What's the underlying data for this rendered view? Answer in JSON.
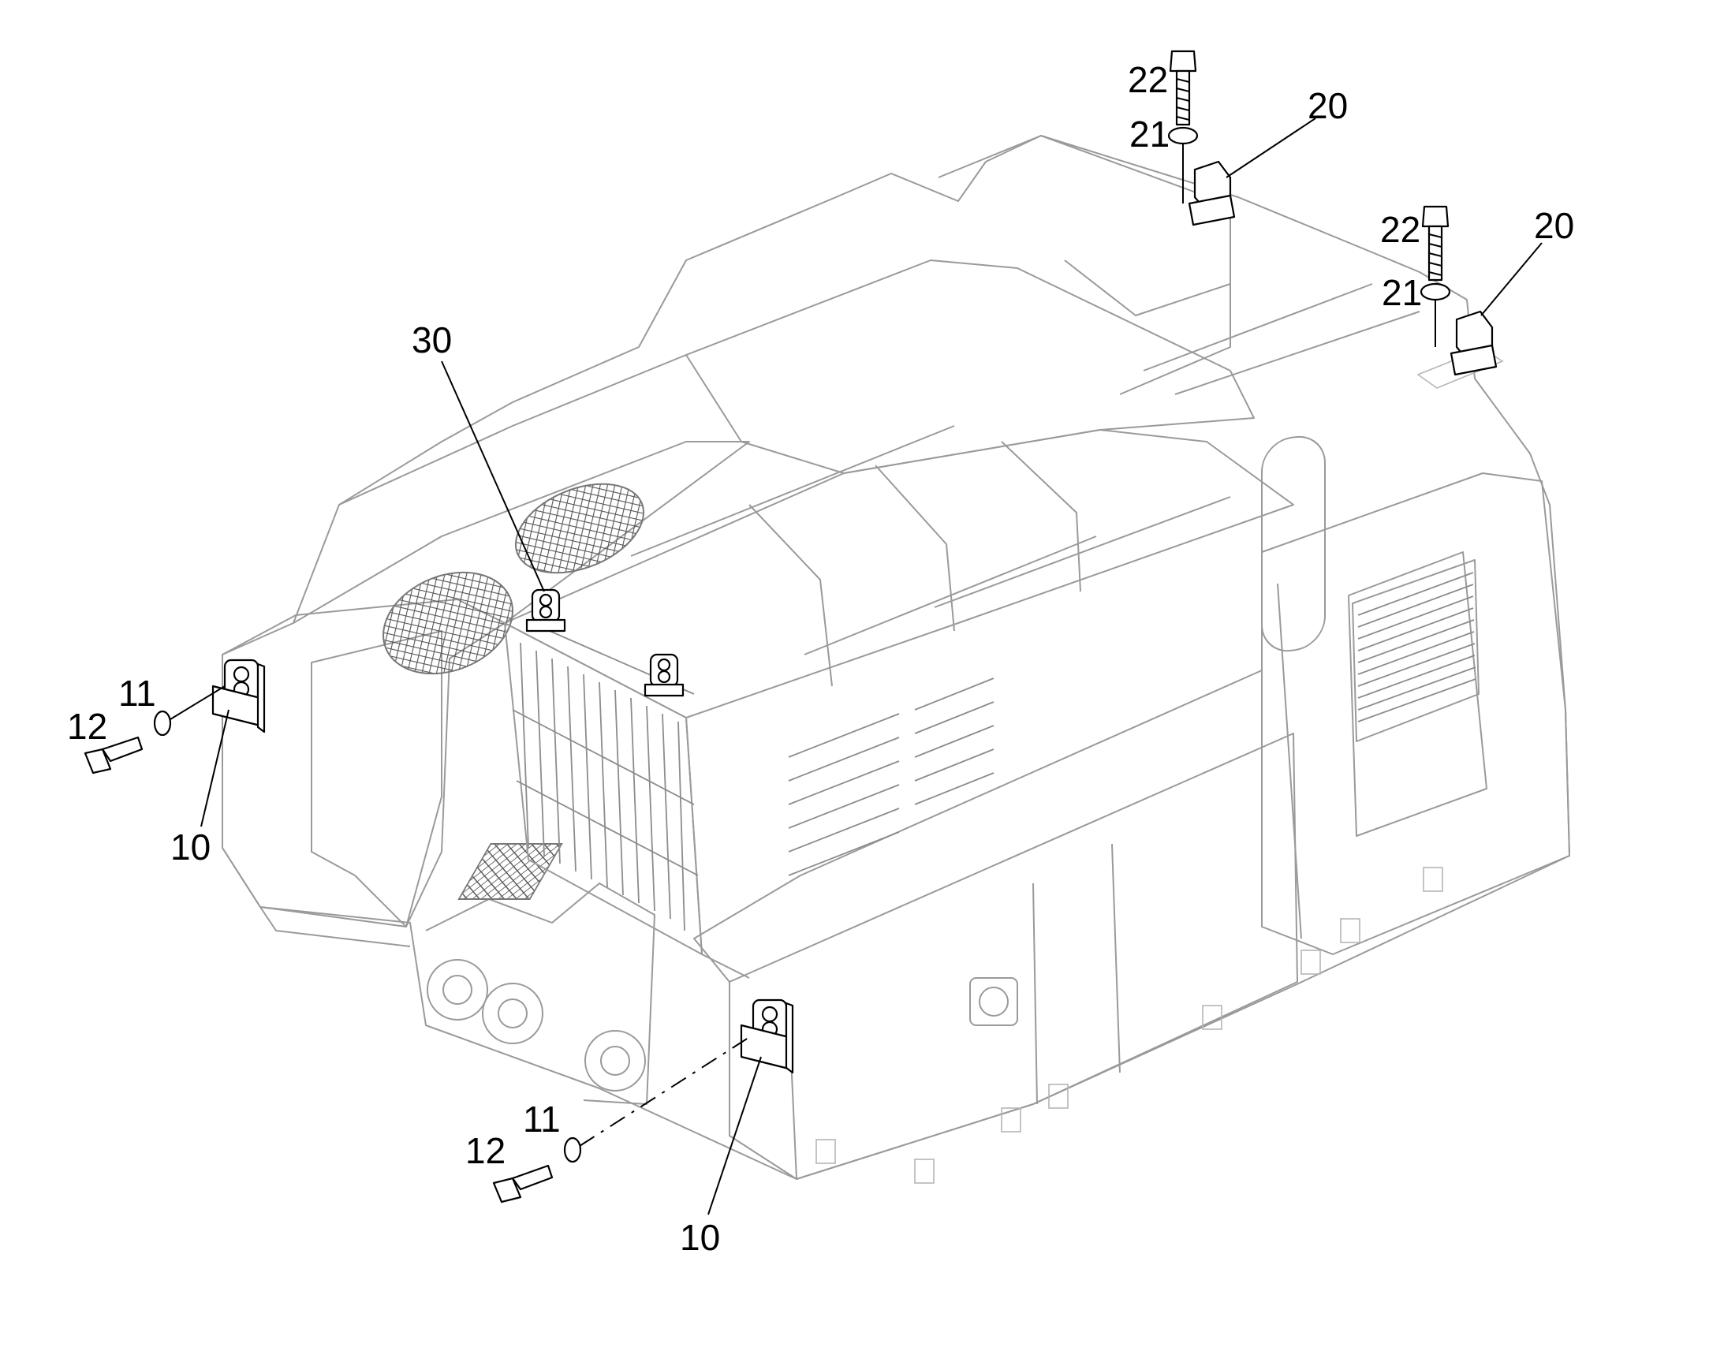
{
  "callouts": {
    "c10a": "10",
    "c10b": "10",
    "c11a": "11",
    "c11b": "11",
    "c12a": "12",
    "c12b": "12",
    "c20a": "20",
    "c20b": "20",
    "c21a": "21",
    "c21b": "21",
    "c22a": "22",
    "c22b": "22",
    "c30": "30"
  },
  "colors": {
    "lines": "#9a9a9a",
    "parts": "#000000",
    "background": "#ffffff"
  }
}
